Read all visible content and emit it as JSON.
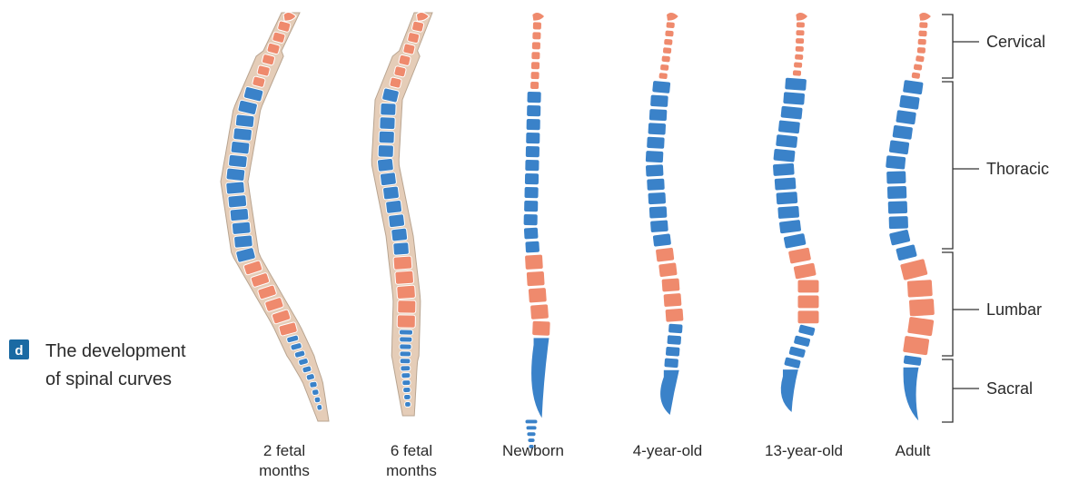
{
  "caption": {
    "badge": "d",
    "line1": "The development",
    "line2": "of spinal curves"
  },
  "stages": [
    {
      "line1": "2 fetal",
      "line2": "months"
    },
    {
      "line1": "6 fetal",
      "line2": "months"
    },
    {
      "line1": "Newborn",
      "line2": ""
    },
    {
      "line1": "4-year-old",
      "line2": ""
    },
    {
      "line1": "13-year-old",
      "line2": ""
    },
    {
      "line1": "Adult",
      "line2": ""
    }
  ],
  "regions": [
    {
      "label": "Cervical"
    },
    {
      "label": "Thoracic"
    },
    {
      "label": "Lumbar"
    },
    {
      "label": "Sacral"
    }
  ],
  "colors": {
    "cervical_lumbar": "#ef8a6d",
    "thoracic_sacral": "#3a82c9",
    "fetal_sheath": "#e5cdb8",
    "outline": "#ffffff",
    "badge": "#1a6aa3",
    "bracket": "#333333"
  }
}
